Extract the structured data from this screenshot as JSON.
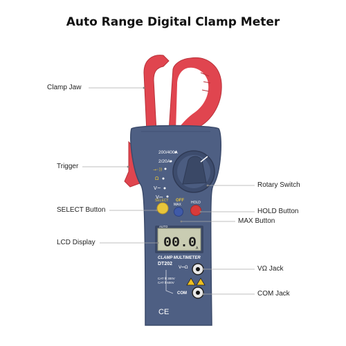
{
  "title": "Auto Range Digital Clamp Meter",
  "callouts": {
    "clamp_jaw": "Clamp Jaw",
    "trigger": "Trigger",
    "select_button": "SELECT Button",
    "lcd_display": "LCD Display",
    "rotary_switch": "Rotary Switch",
    "hold_button": "HOLD Button",
    "max_button": "MAX Button",
    "vohm_jack": "VΩ Jack",
    "com_jack": "COM Jack"
  },
  "device": {
    "range_200_400a": "200/400A",
    "range_2_20a": "2/20A",
    "range_diode": "→◦))",
    "range_ohm": "Ω",
    "range_v_ac": "V~",
    "range_v_dc": "V⎓",
    "off_label": "OFF",
    "max_label": "MAX",
    "select_label": "SELECT",
    "hold_label": "HOLD",
    "auto_label": "AUTO",
    "lcd_reading": "00.0",
    "lcd_unit": "A",
    "model_caption": "CLAMP MULTIMETER",
    "model": "DT202",
    "vohm_label": "V⎓Ω",
    "com_label": "COM",
    "cat_line1": "CAT Ⅲ 300V",
    "cat_line2": "CAT Ⅱ 600V",
    "ce_mark": "CE"
  },
  "colors": {
    "body": "#4e5f83",
    "body_dark": "#3c4b6b",
    "jaw": "#e0454f",
    "lcd": "#c9ccb2",
    "select_button": "#e8c53a",
    "hold_button": "#d93a3a",
    "max_button": "#3f5aa8"
  }
}
